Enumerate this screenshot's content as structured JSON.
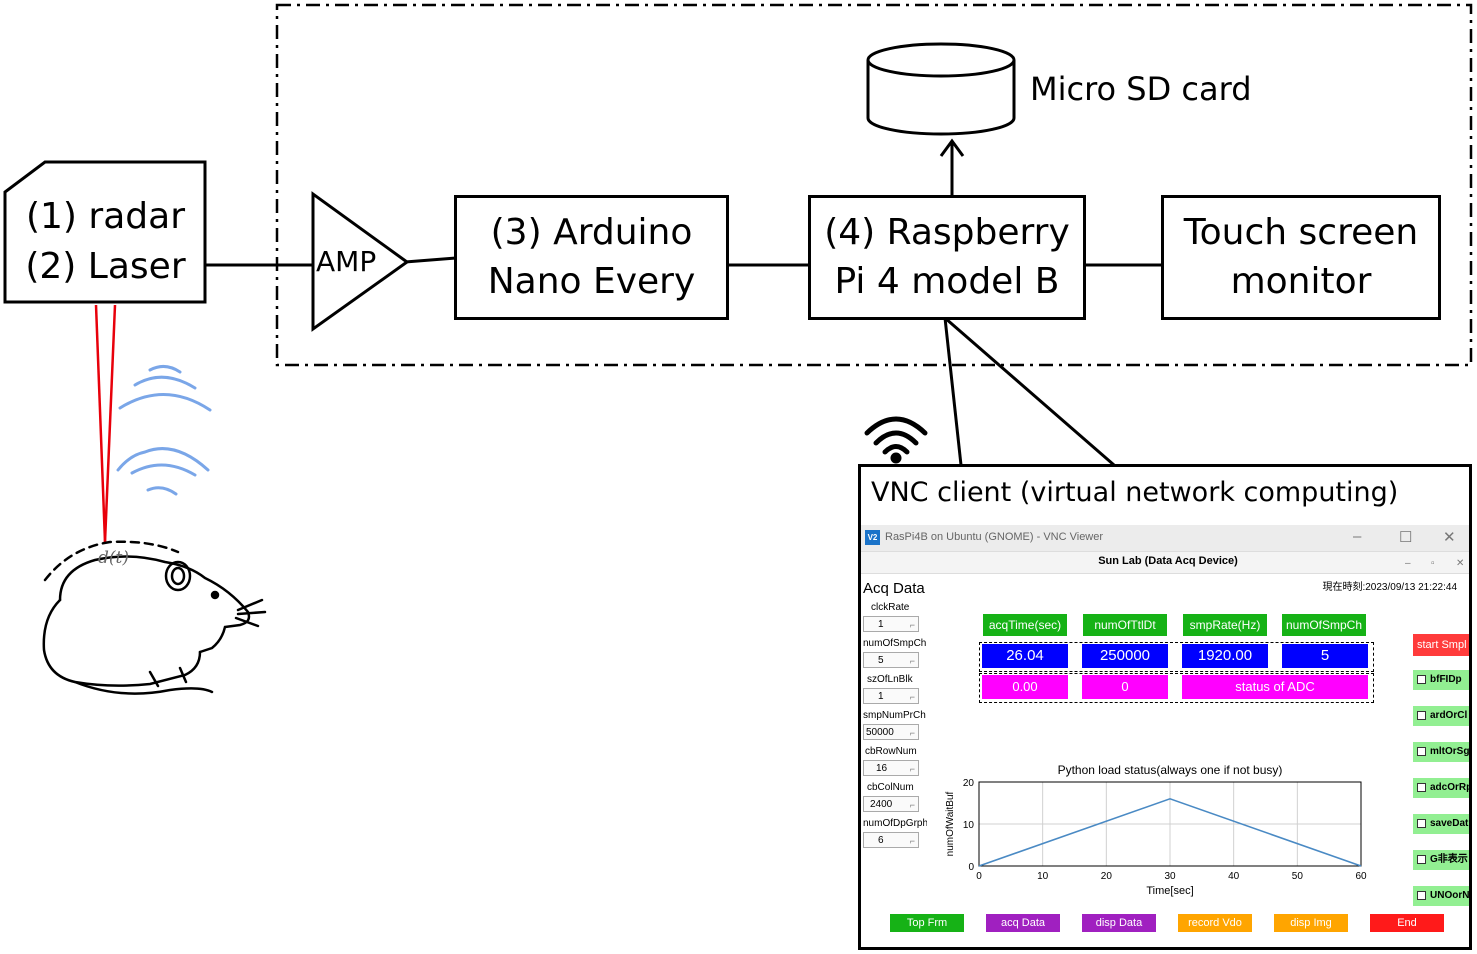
{
  "boxes": {
    "sensor": "(1) radar\n(2) Laser",
    "amp": "AMP",
    "arduino": "(3) Arduino\nNano Every",
    "raspberry": "(4) Raspberry\nPi 4 model B",
    "monitor": "Touch screen\nmonitor",
    "sd_card": "Micro SD card"
  },
  "mouse_label": "d(t)",
  "vnc": {
    "caption": "VNC client (virtual network computing)",
    "window_title": "RasPi4B on Ubuntu (GNOME) - VNC Viewer",
    "app_title": "Sun Lab (Data Acq Device)",
    "section": "Acq Data",
    "time": "現在時刻:2023/09/13 21:22:44",
    "params": [
      {
        "label": "clckRate",
        "value": "1"
      },
      {
        "label": "numOfSmpCh",
        "value": "5"
      },
      {
        "label": "szOfLnBlk",
        "value": "1"
      },
      {
        "label": "smpNumPrCh",
        "value": "50000"
      },
      {
        "label": "cbRowNum",
        "value": "16"
      },
      {
        "label": "cbColNum",
        "value": "2400"
      },
      {
        "label": "numOfDpGrph",
        "value": "6"
      }
    ],
    "headers": [
      "acqTime(sec)",
      "numOfTtlDt",
      "smpRate(Hz)",
      "numOfSmpCh"
    ],
    "values": [
      "26.04",
      "250000",
      "1920.00",
      "5"
    ],
    "status": [
      "0.00",
      "0",
      "status of ADC"
    ],
    "side_buttons": {
      "start": "start Smpl",
      "checks": [
        "bfFIDp",
        "ardOrCl",
        "mltOrSg",
        "adcOrRp",
        "saveDat",
        "G非表示",
        "UNOorN"
      ]
    },
    "bottom_buttons": [
      {
        "label": "Top Frm",
        "color": "#16b216"
      },
      {
        "label": "acq Data",
        "color": "#a020c0"
      },
      {
        "label": "disp Data",
        "color": "#a020c0"
      },
      {
        "label": "record Vdo",
        "color": "#ffa500"
      },
      {
        "label": "disp Img",
        "color": "#ffa500"
      },
      {
        "label": "End",
        "color": "#ff1a1a"
      }
    ]
  },
  "chart_data": {
    "type": "line",
    "title": "Python load status(always one if not busy)",
    "xlabel": "Time[sec]",
    "ylabel": "numOfWaitBuf",
    "x": [
      0,
      30,
      60
    ],
    "y": [
      0,
      16,
      0
    ],
    "xlim": [
      0,
      60
    ],
    "ylim": [
      0,
      20
    ],
    "xticks": [
      "0",
      "10",
      "20",
      "30",
      "40",
      "50",
      "60"
    ],
    "yticks": [
      "0",
      "10",
      "20"
    ],
    "grid": true,
    "line_color": "#4a8ac4"
  },
  "colors": {
    "laser": "#e8000b",
    "radar_waves": "#7aa6e8"
  },
  "icons": [
    "wifi-icon",
    "mouse-illustration",
    "database-cylinder-icon"
  ]
}
